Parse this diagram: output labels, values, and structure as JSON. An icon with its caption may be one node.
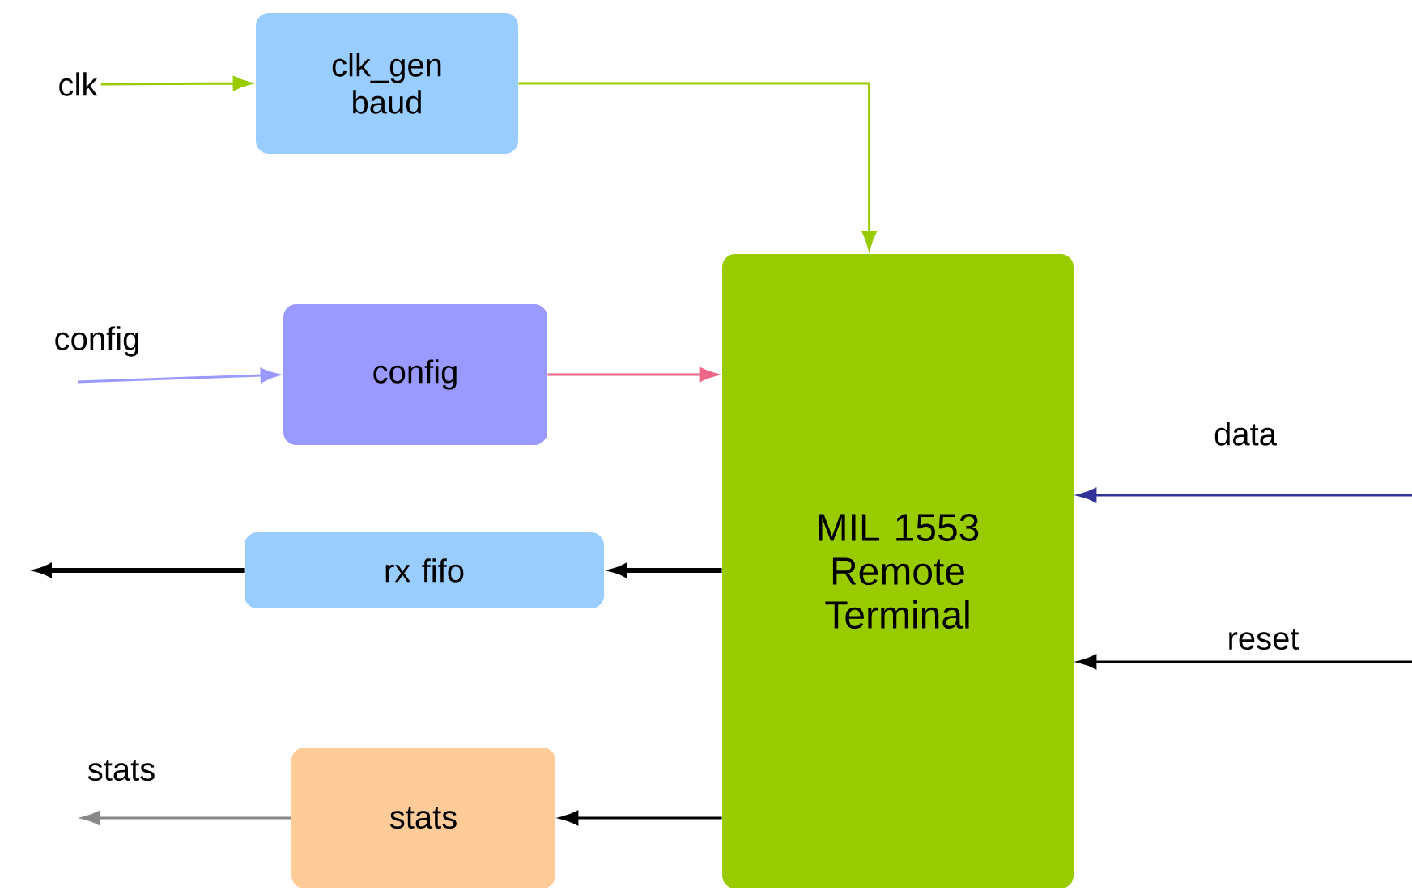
{
  "diagram": {
    "nodes": [
      {
        "text": [
          "clk"
        ]
      },
      {
        "text": [
          "clk_gen baud"
        ]
      },
      {
        "text": [
          "config"
        ]
      },
      {
        "text": [
          "MIL 1553 Remote Terminal"
        ]
      },
      {
        "text": [
          "rx fifo"
        ]
      },
      {
        "text": [
          "stats"
        ]
      }
    ],
    "edges": [
      {
        "from": 0,
        "to": 1,
        "arrow": "to",
        "color": "#99cc00"
      },
      {
        "from": 1,
        "to": 3,
        "arrow": "to",
        "color": "#99cc00"
      },
      {
        "from": null,
        "to": 2,
        "arrow": "to",
        "label": "config",
        "color": "#9999ff"
      },
      {
        "from": 2,
        "to": 3,
        "arrow": "to",
        "color": "#ee6688"
      },
      {
        "from": null,
        "to": 3,
        "arrow": "to",
        "label": "data",
        "color": "#333399"
      },
      {
        "from": null,
        "to": 3,
        "arrow": "to",
        "label": "reset"
      },
      {
        "from": 3,
        "to": 4,
        "arrow": "to",
        "style": "thick"
      },
      {
        "from": 4,
        "to": null,
        "arrow": "to",
        "style": "thick"
      },
      {
        "from": 3,
        "to": 5,
        "arrow": "to"
      },
      {
        "from": 5,
        "to": null,
        "arrow": "to",
        "label": "stats",
        "color": "#888888"
      }
    ]
  }
}
